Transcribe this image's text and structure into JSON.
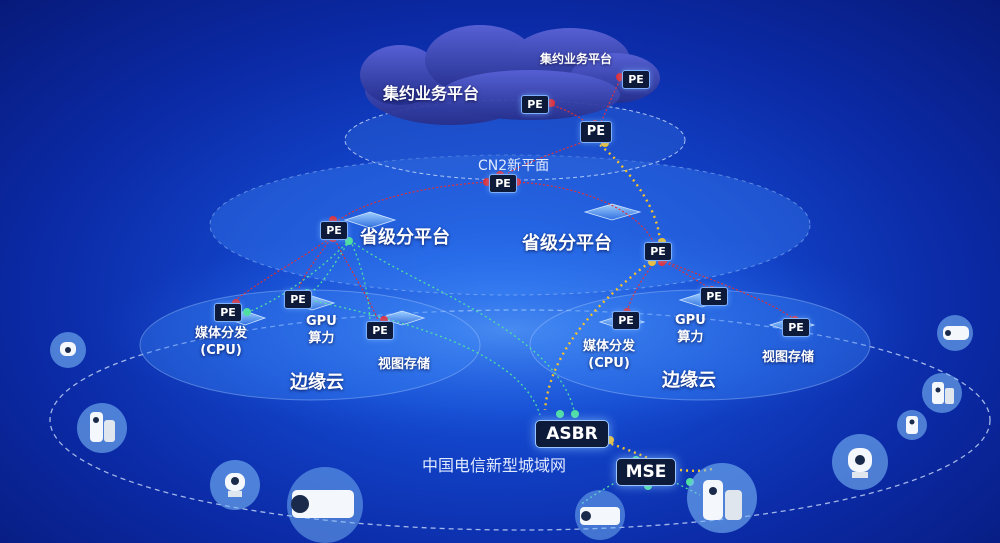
{
  "cloud": {
    "platform_main": "集约业务平台",
    "platform_small": "集约业务平台"
  },
  "backbone": {
    "label": "CN2新平面"
  },
  "pe_label": "PE",
  "provincial": {
    "left_label": "省级分平台",
    "right_label": "省级分平台"
  },
  "edge_left": {
    "media_label": "媒体分发\n(CPU)",
    "gpu_label": "GPU\n算力",
    "storage_label": "视图存储",
    "title": "边缘云"
  },
  "edge_right": {
    "media_label": "媒体分发\n(CPU)",
    "gpu_label": "GPU\n算力",
    "storage_label": "视图存储",
    "title": "边缘云"
  },
  "metro": {
    "asbr_label": "ASBR",
    "mse_label": "MSE",
    "network_label": "中国电信新型城域网"
  },
  "colors": {
    "red_link": "#e0303a",
    "green_link": "#4fe0a0",
    "yellow_link": "#f5c22b"
  }
}
